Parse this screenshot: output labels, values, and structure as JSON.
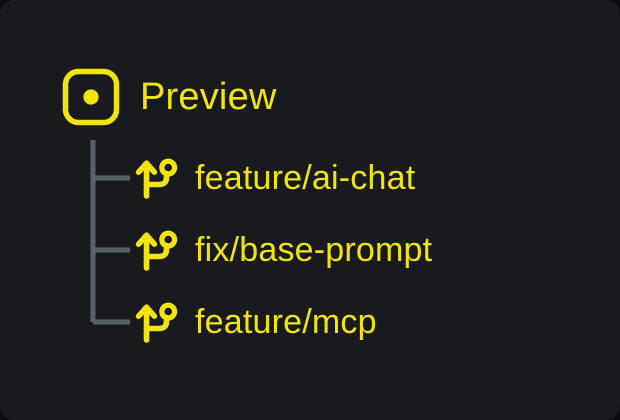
{
  "theme": {
    "page_background": "#0c0c0e",
    "card_background": "#191a1d",
    "accent_yellow": "#f2e40f",
    "connector_gray": "#5a6069"
  },
  "tree": {
    "root": {
      "label": "Preview",
      "icon": "preview-square-dot-icon"
    },
    "children": [
      {
        "label": "feature/ai-chat",
        "icon": "git-branch-icon"
      },
      {
        "label": "fix/base-prompt",
        "icon": "git-branch-icon"
      },
      {
        "label": "feature/mcp",
        "icon": "git-branch-icon"
      }
    ]
  }
}
